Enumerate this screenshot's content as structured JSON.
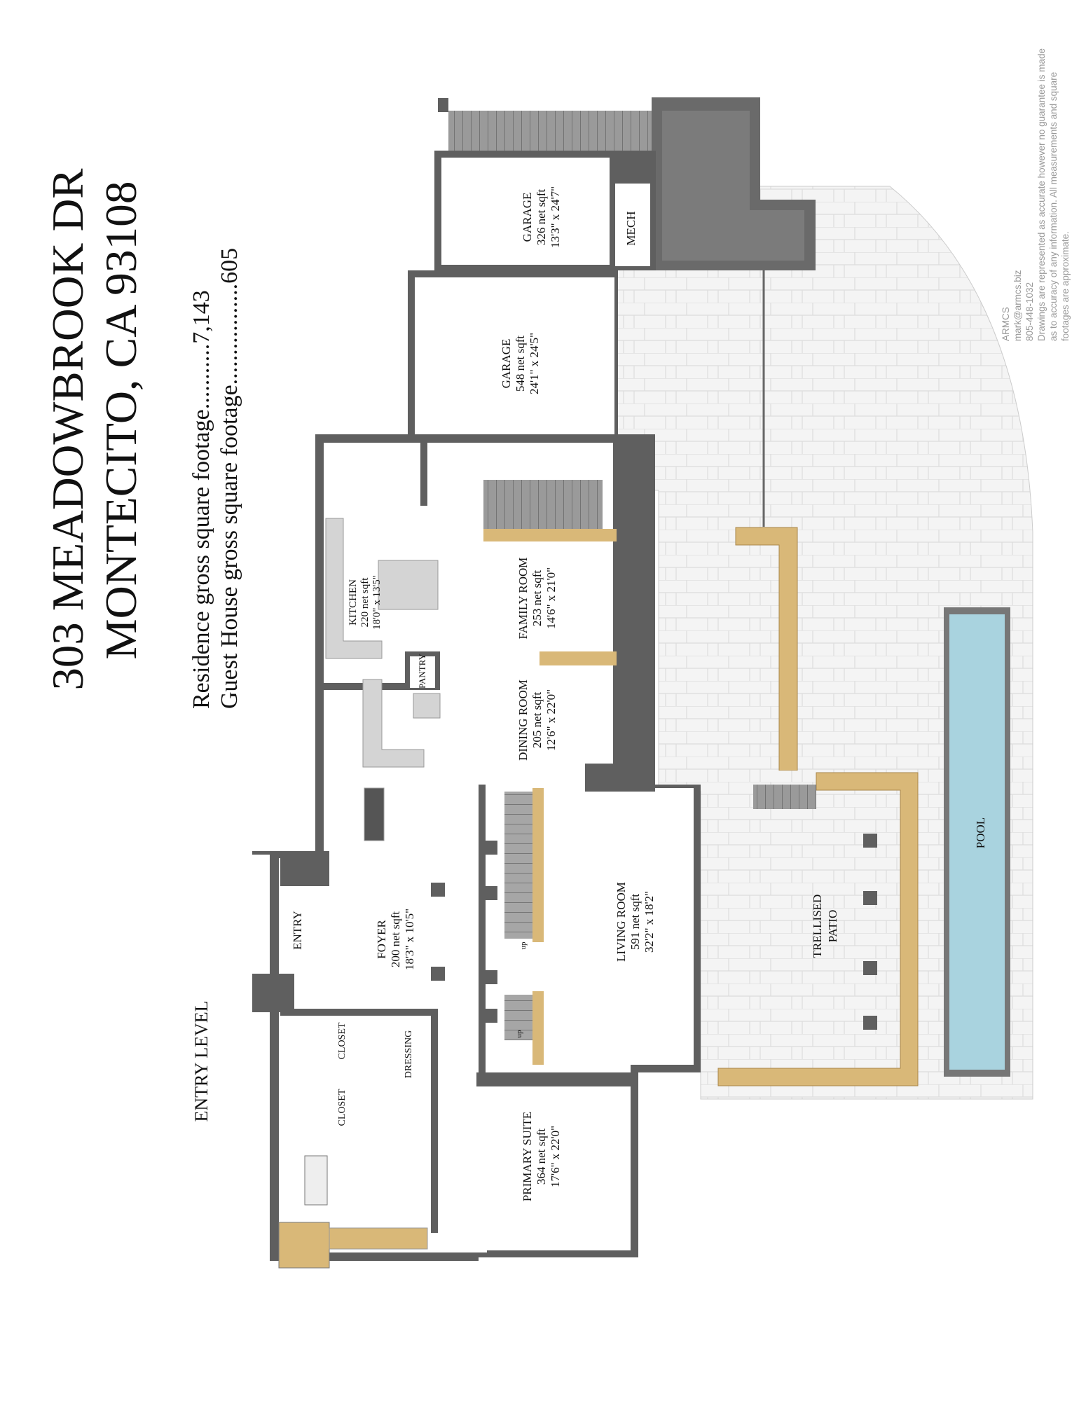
{
  "header": {
    "address_line1": "303 MEADOWBROOK DR",
    "address_line2": "MONTECITO, CA 93108",
    "residence_label": "Residence gross square footage",
    "residence_value": "7,143",
    "guesthouse_label": "Guest House gross square footage",
    "guesthouse_value": "605",
    "level": "ENTRY LEVEL"
  },
  "credit": {
    "company": "ARMCS",
    "email": "mark@armcs.biz",
    "phone": "805-448-1032",
    "disclaimer_1": "Drawings are represented as accurate however no guarantee is made",
    "disclaimer_2": "as to accuracy of any information. All measurements and square",
    "disclaimer_3": "footages are approximate."
  },
  "rooms": {
    "garage1": {
      "name": "GARAGE",
      "area": "326 net sqft",
      "dims": "13'3\" x 24'7\""
    },
    "mech": {
      "name": "MECH"
    },
    "garage2": {
      "name": "GARAGE",
      "area": "548 net sqft",
      "dims": "24'1\" x 24'5\""
    },
    "kitchen": {
      "name": "KITCHEN",
      "area": "220 net sqft",
      "dims": "18'0\" x 13'5\""
    },
    "pantry": {
      "name": "PANTRY"
    },
    "family": {
      "name": "FAMILY ROOM",
      "area": "253 net sqft",
      "dims": "14'6\" x 21'0\""
    },
    "dining": {
      "name": "DINING ROOM",
      "area": "205 net sqft",
      "dims": "12'6\" x 22'0\""
    },
    "entry": {
      "name": "ENTRY"
    },
    "foyer": {
      "name": "FOYER",
      "area": "200 net sqft",
      "dims": "18'3\" x 10'5\""
    },
    "living": {
      "name": "LIVING ROOM",
      "area": "591 net sqft",
      "dims": "32'2\" x 18'2\""
    },
    "patio": {
      "name1": "TRELLISED",
      "name2": "PATIO"
    },
    "pool": {
      "name": "POOL"
    },
    "closet1": {
      "name": "CLOSET"
    },
    "closet2": {
      "name": "CLOSET"
    },
    "dressing": {
      "name": "DRESSING"
    },
    "primary": {
      "name": "PRIMARY SUITE",
      "area": "364 net sqft",
      "dims": "17'6\" x 22'0\""
    },
    "stair_up_1": "up",
    "stair_up_2": "up"
  },
  "colors": {
    "wall": "#5f5f5f",
    "pool": "#a9d3df",
    "wood": "#d9b878",
    "paving": "#f2f2f2",
    "counter": "#d4d4d4"
  }
}
